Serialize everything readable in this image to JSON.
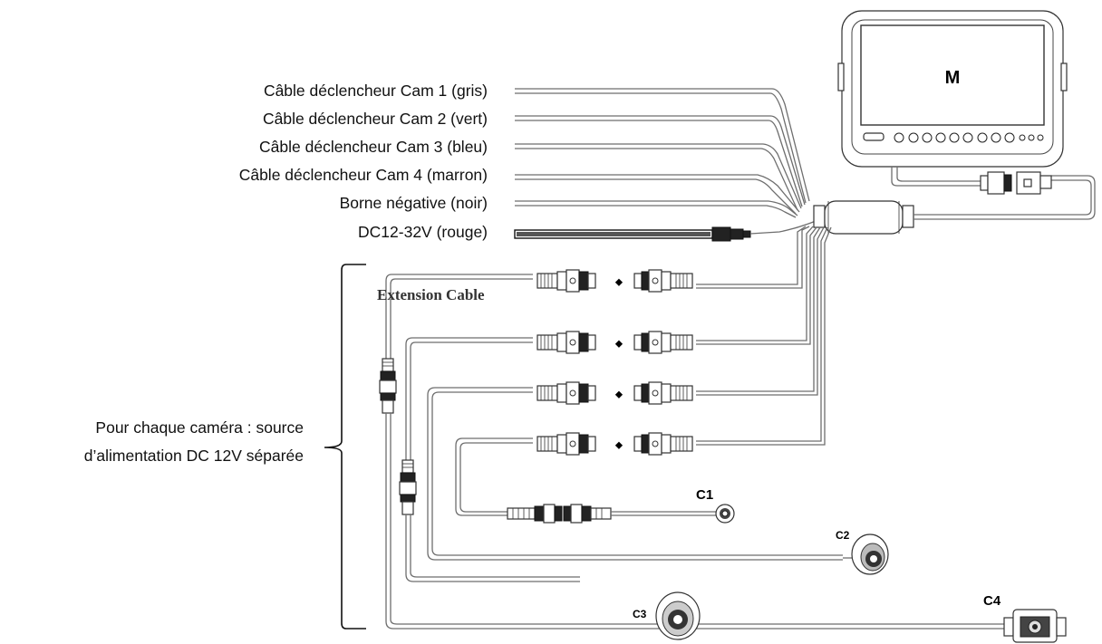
{
  "labels": {
    "trigger_cam1": "Câble déclencheur Cam 1 (gris)",
    "trigger_cam2": "Câble déclencheur Cam 2 (vert)",
    "trigger_cam3": "Câble déclencheur Cam 3 (bleu)",
    "trigger_cam4": "Câble déclencheur Cam 4 (marron)",
    "negative": "Borne négative (noir)",
    "power": "DC12-32V (rouge)"
  },
  "power_note": {
    "line1": "Pour chaque caméra : source",
    "line2": "d’alimentation DC 12V séparée"
  },
  "monitor_label": "M",
  "extension_cable": "Extension Cable",
  "cameras": [
    "C1",
    "C2",
    "C3",
    "C4"
  ]
}
